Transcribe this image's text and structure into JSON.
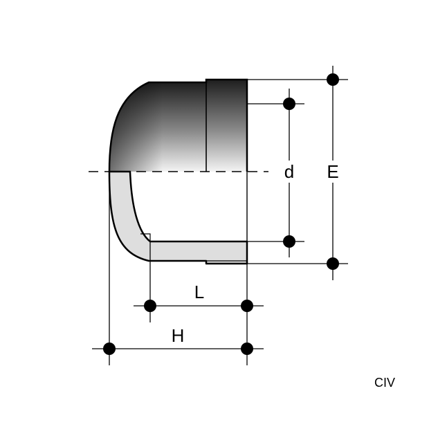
{
  "diagram": {
    "labels": {
      "d": "d",
      "E": "E",
      "L": "L",
      "H": "H",
      "code": "CIV"
    },
    "colors": {
      "line": "#000000",
      "dark_gray": "#2a2a2a",
      "light_gray": "#f2f2f2",
      "section_fill": "#dedede",
      "background": "#ffffff"
    }
  }
}
